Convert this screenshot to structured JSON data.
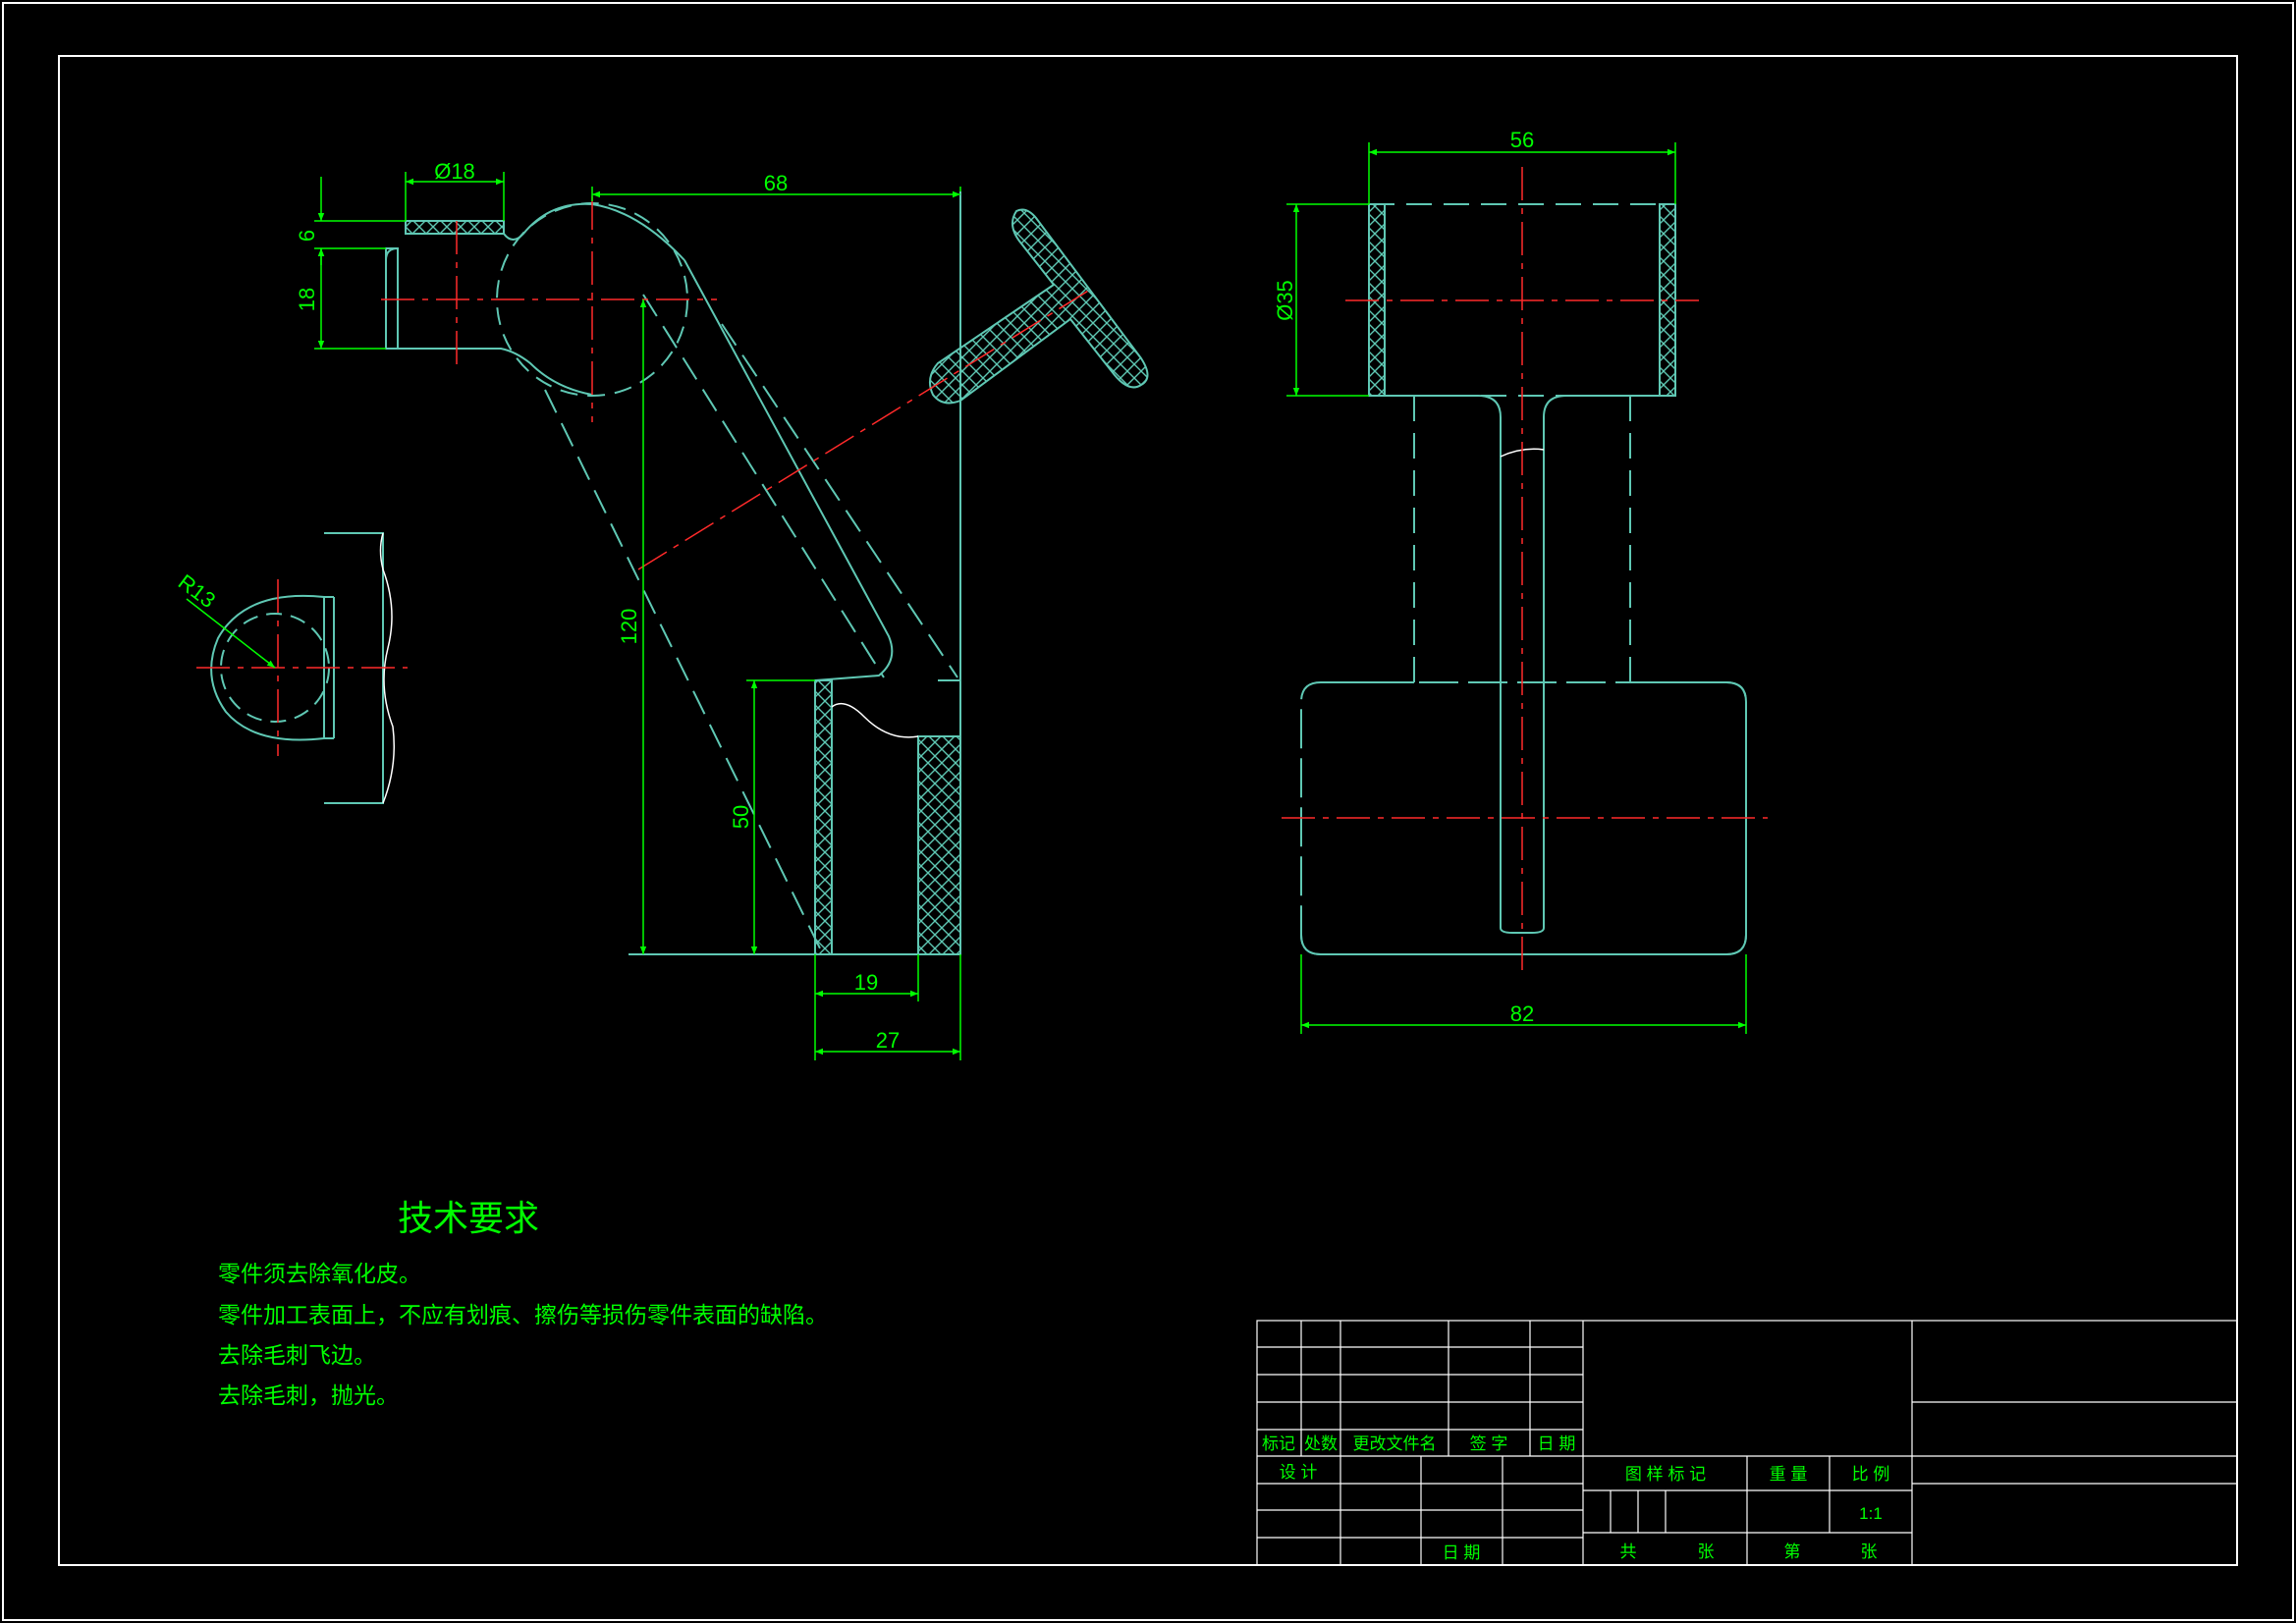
{
  "technical_requirements": {
    "title": "技术要求",
    "lines": [
      "零件须去除氧化皮。",
      "零件加工表面上，不应有划痕、擦伤等损伤零件表面的缺陷。",
      "去除毛刺飞边。",
      "去除毛刺，抛光。"
    ]
  },
  "dimensions": {
    "d18": "Ø18",
    "d68": "68",
    "d6": "6",
    "d18v": "18",
    "d120": "120",
    "d50": "50",
    "d19": "19",
    "d27": "27",
    "r13": "R13",
    "d56": "56",
    "d35": "Ø35",
    "d82": "82"
  },
  "title_block": {
    "revision_headers": [
      "标记",
      "处数",
      "更改文件名",
      "签 字",
      "日 期"
    ],
    "design": "设 计",
    "date": "日 期",
    "pattern_mark": "图 样 标 记",
    "weight": "重 量",
    "scale": "比 例",
    "scale_value": "1:1",
    "total_sheets": "共",
    "sheets_unit": "张",
    "sheet_no": "第",
    "sheet_unit": "张"
  },
  "colors": {
    "background": "#000000",
    "outline": "#ffffff",
    "geometry": "#5fc8b4",
    "dimension": "#00ff00",
    "centerline": "#ff2a2a",
    "hatch": "#5fc8b4"
  }
}
